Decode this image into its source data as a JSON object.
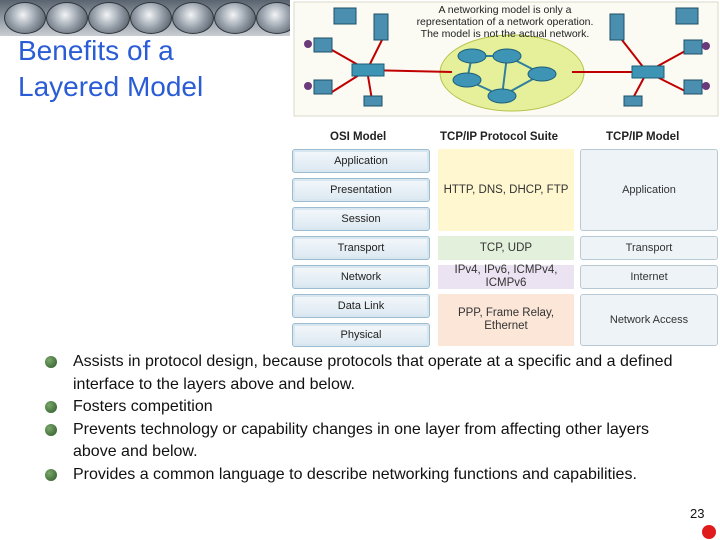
{
  "slide": {
    "title_lines": [
      "Benefits of a",
      "Layered Model"
    ],
    "page_number": "23"
  },
  "network_figure": {
    "note": "A networking model is only a representation of a network operation. The model is not the actual network."
  },
  "osi_figure": {
    "headers": {
      "osi": "OSI Model",
      "protocols": "TCP/IP Protocol  Suite",
      "tcpip": "TCP/IP Model"
    },
    "osi_layers": [
      "Application",
      "Presentation",
      "Session",
      "Transport",
      "Network",
      "Data Link",
      "Physical"
    ],
    "protocols": [
      {
        "text": "HTTP, DNS, DHCP, FTP",
        "color": "#fff7cf"
      },
      {
        "text": "TCP, UDP",
        "color": "#e3f1dc"
      },
      {
        "text": "IPv4, IPv6, ICMPv4, ICMPv6",
        "color": "#ece3f2"
      },
      {
        "text": "PPP, Frame Relay, Ethernet",
        "color": "#fbe6d8"
      }
    ],
    "tcpip_layers": [
      "Application",
      "Transport",
      "Internet",
      "Network Access"
    ]
  },
  "bullets": [
    "Assists in protocol design, because protocols that operate at a specific and a defined interface to the layers above and below.",
    "Fosters competition",
    "Prevents technology or capability changes in one layer from affecting other layers above and below.",
    "Provides a common language to describe networking functions and capabilities."
  ],
  "colors": {
    "title": "#2a5cd6",
    "bullet": "#4a7a3f",
    "marker": "#e01b1b",
    "cloud": "#e6f09a"
  }
}
